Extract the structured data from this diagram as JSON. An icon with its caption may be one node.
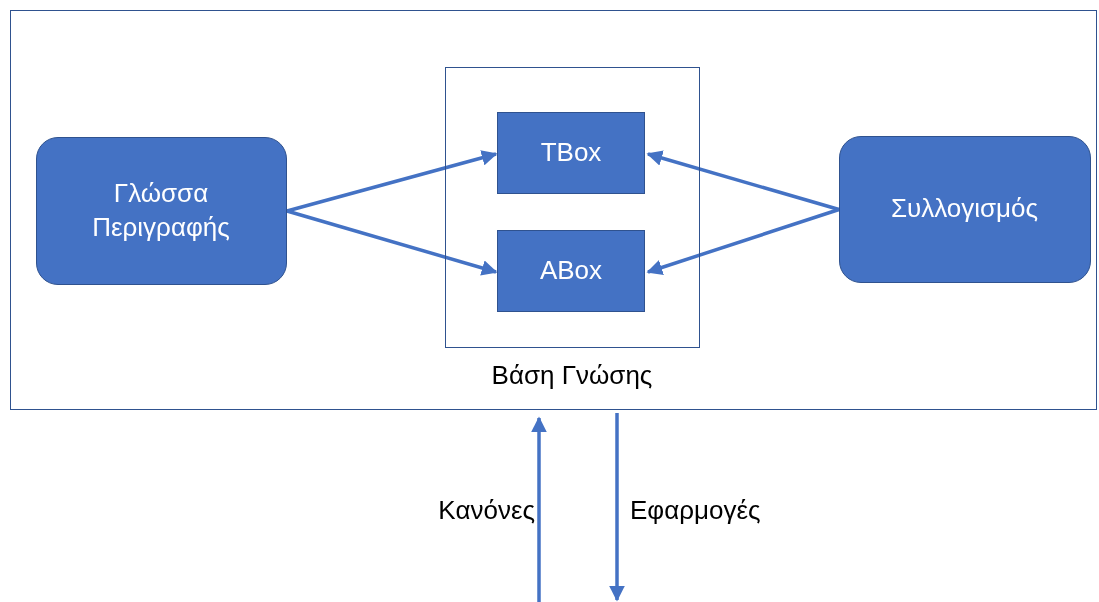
{
  "diagram": {
    "nodes": [
      {
        "text": [],
        "shape": "box"
      },
      {
        "text": [
          "Γλώσσα Περιγραφής"
        ],
        "in": 0
      },
      {
        "text": [
          "Βάση Γνώσης"
        ],
        "in": 0
      },
      {
        "text": [
          "TBox"
        ],
        "in": 2
      },
      {
        "text": [
          "ABox"
        ],
        "in": 2
      },
      {
        "text": [
          "Συλλογισμός"
        ],
        "in": 0
      }
    ],
    "edges": [
      {
        "from": 1,
        "to": 3,
        "arrow": "to"
      },
      {
        "from": 1,
        "to": 4,
        "arrow": "to"
      },
      {
        "from": 5,
        "to": 3,
        "arrow": "to"
      },
      {
        "from": 5,
        "to": 4,
        "arrow": "to"
      },
      {
        "from": null,
        "to": 0,
        "arrow": "to",
        "label": "Κανόνες"
      },
      {
        "from": 0,
        "to": null,
        "arrow": "to",
        "label": "Εφαρμογές"
      }
    ]
  }
}
